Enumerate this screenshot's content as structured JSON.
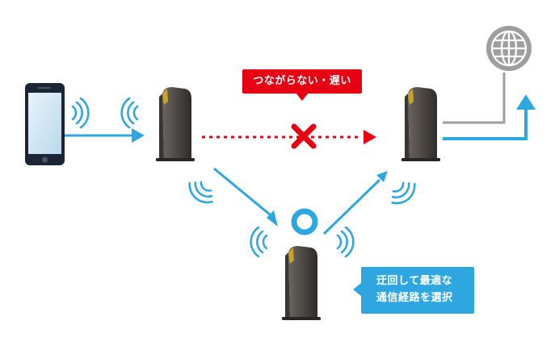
{
  "colors": {
    "wifi_blue": "#2ea7e0",
    "failure_red": "#e60012",
    "router_body": "#55504b",
    "router_accent": "#c9a227",
    "phone_frame": "#1b2535",
    "phone_screen": "#cfe6f3",
    "globe_gray": "#9e9e9e"
  },
  "icons": {
    "smartphone": "smartphone-icon",
    "router": "wifi-router-icon",
    "wave": "wifi-signal-icon",
    "failure": "cross-mark-icon",
    "success": "circle-mark-icon",
    "internet": "globe-icon"
  },
  "callouts": {
    "failure": "つながらない・遅い",
    "detour_line1": "迂回して最適な",
    "detour_line2": "通信経路を選択"
  }
}
